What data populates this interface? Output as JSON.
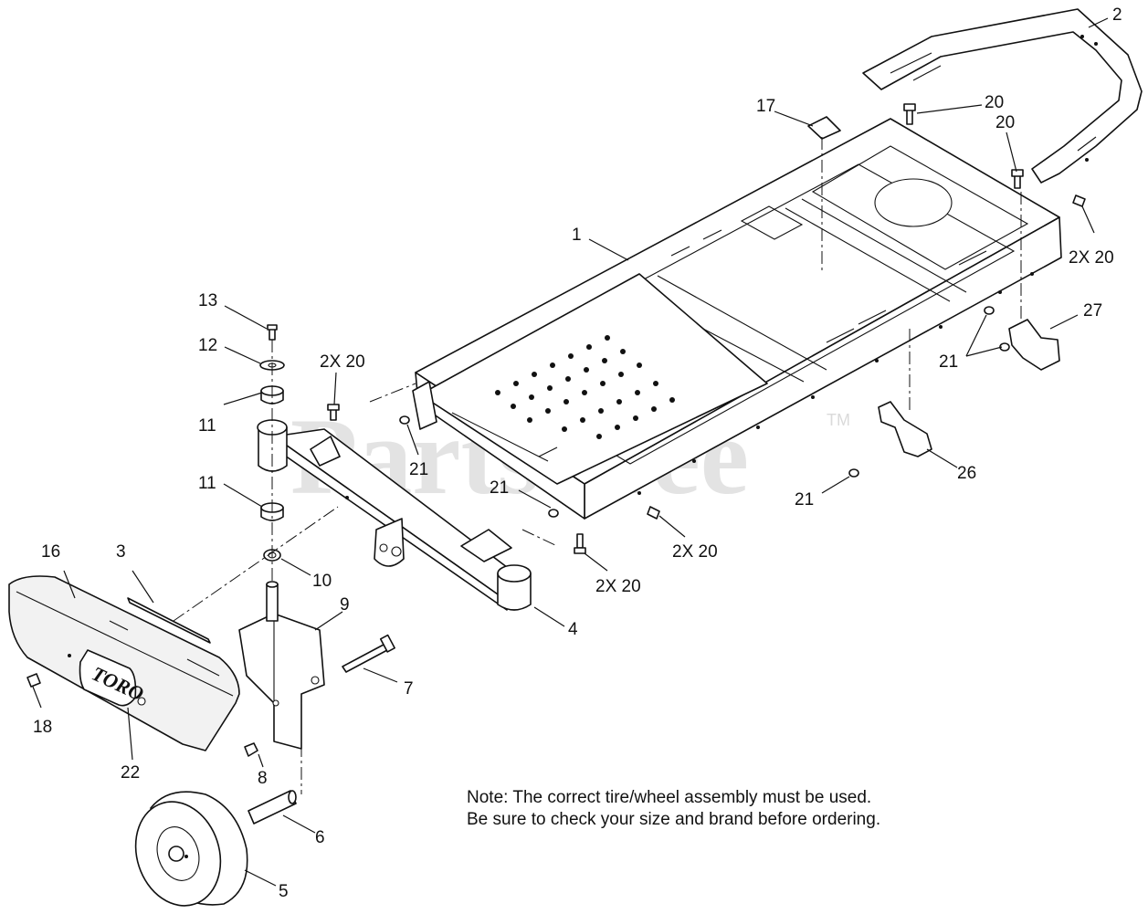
{
  "watermark": {
    "text": "PartsTree",
    "tm": "TM"
  },
  "logo": {
    "brand": "TORO"
  },
  "note": {
    "line1": "Note: The correct tire/wheel assembly must be used.",
    "line2": "Be sure to check your size and brand before ordering."
  },
  "callouts": {
    "c1": "1",
    "c2": "2",
    "c3": "3",
    "c4": "4",
    "c5": "5",
    "c6": "6",
    "c7": "7",
    "c8": "8",
    "c9": "9",
    "c10": "10",
    "c11a": "11",
    "c11b": "11",
    "c12": "12",
    "c13": "13",
    "c16": "16",
    "c17": "17",
    "c18": "18",
    "c20a": "20",
    "c20b": "20",
    "c2x20a": "2X 20",
    "c2x20b": "2X 20",
    "c2x20c": "2X 20",
    "c2x20d": "2X 20",
    "c21a": "21",
    "c21b": "21",
    "c21c": "21",
    "c21d": "21",
    "c22": "22",
    "c26": "26",
    "c27": "27"
  }
}
